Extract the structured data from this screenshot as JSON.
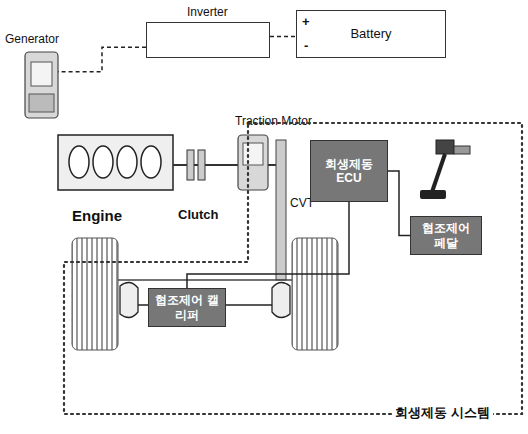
{
  "diagram": {
    "nodes": [
      {
        "text": [
          "Inverter"
        ]
      },
      {
        "text": [
          "Battery"
        ]
      },
      {
        "text": [
          "Generator"
        ]
      },
      {
        "text": [
          "Engine"
        ]
      },
      {
        "text": [
          "Clutch"
        ]
      },
      {
        "text": [
          "Traction Motor"
        ]
      },
      {
        "text": [
          "CVT"
        ]
      },
      {
        "text": [
          "회생제동 시스템"
        ]
      },
      {
        "text": [
          "회생제동 ECU"
        ],
        "in": 7
      },
      {
        "text": [
          "협조제어 페달"
        ],
        "in": 7
      },
      {
        "text": [
          "협조제어 캘리퍼"
        ],
        "in": 7
      }
    ],
    "edges": [
      {
        "from": 0,
        "to": 2,
        "arrow": "none"
      },
      {
        "from": 0,
        "to": 1,
        "arrow": "none"
      },
      {
        "from": 8,
        "to": 9,
        "arrow": "none"
      },
      {
        "from": 8,
        "to": 10,
        "arrow": "none"
      }
    ],
    "labels": [
      "+",
      "-"
    ]
  }
}
